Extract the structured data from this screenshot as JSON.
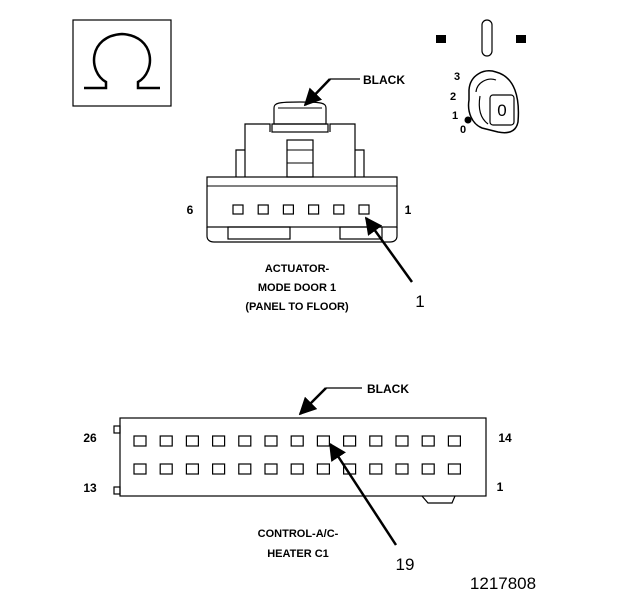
{
  "ohm_symbol": {
    "glyph": "Ω",
    "icon": "ohm-meter-icon"
  },
  "ignition_switch": {
    "key_label": "0",
    "positions": [
      "3",
      "2",
      "1",
      "0"
    ]
  },
  "connector_top": {
    "color_label": "BLACK",
    "pin_left": "6",
    "pin_right": "1",
    "callout": "1",
    "caption_lines": [
      "ACTUATOR-",
      "MODE DOOR 1",
      "(PANEL TO FLOOR)"
    ],
    "cavity_count": 6
  },
  "connector_bottom": {
    "color_label": "BLACK",
    "pin_top_left": "26",
    "pin_bottom_left": "13",
    "pin_top_right": "14",
    "pin_bottom_right": "1",
    "callout": "19",
    "caption_lines": [
      "CONTROL-A/C-",
      "HEATER C1"
    ],
    "cavities_per_row": 13
  },
  "figure_number": "1217808"
}
